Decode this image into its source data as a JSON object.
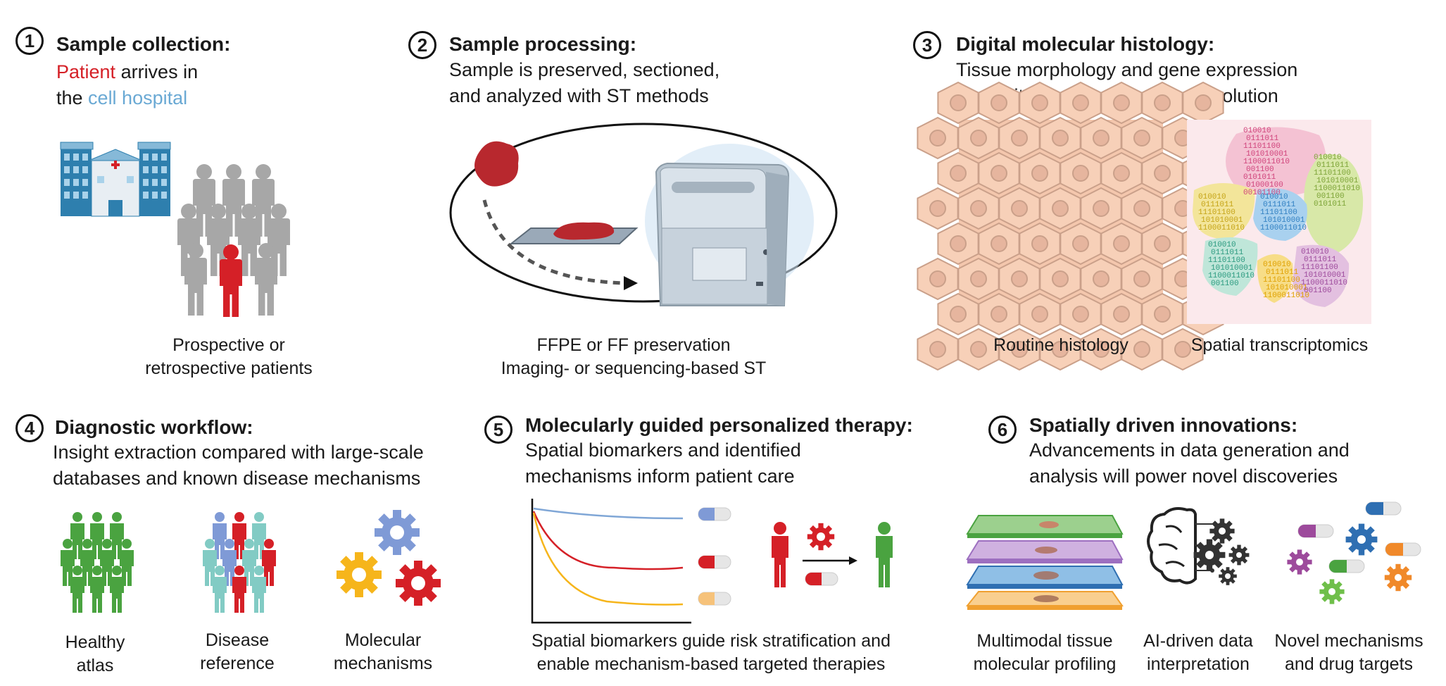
{
  "panels": [
    {
      "number": "1",
      "title": "Sample collection:",
      "line1_highlight": "Patient",
      "line1_rest": " arrives in",
      "line2_prefix": "the ",
      "line2_highlight": "cell hospital",
      "caption": [
        "Prospective or",
        "retrospective patients"
      ]
    },
    {
      "number": "2",
      "title": "Sample processing:",
      "lines": [
        "Sample is preserved, sectioned,",
        "and analyzed with ST methods"
      ],
      "caption": [
        "FFPE or FF preservation",
        "Imaging- or sequencing-based ST"
      ]
    },
    {
      "number": "3",
      "title": "Digital molecular histology:",
      "lines": [
        "Tissue morphology and gene expression",
        "are digitalized at subcellular resolution"
      ],
      "captions": [
        "Routine histology",
        "Spatial transcriptomics"
      ]
    },
    {
      "number": "4",
      "title": "Diagnostic workflow:",
      "lines": [
        "Insight extraction compared with large-scale",
        "databases and known disease mechanisms"
      ],
      "captions": [
        [
          "Healthy",
          "atlas"
        ],
        [
          "Disease",
          "reference"
        ],
        [
          "Molecular",
          "mechanisms"
        ]
      ]
    },
    {
      "number": "5",
      "title": "Molecularly guided personalized therapy:",
      "lines": [
        "Spatial biomarkers and identified",
        "mechanisms inform patient care"
      ],
      "caption": [
        "Spatial biomarkers guide risk stratification and",
        "enable mechanism-based targeted therapies"
      ]
    },
    {
      "number": "6",
      "title": "Spatially driven innovations:",
      "lines": [
        "Advancements in data generation and",
        "analysis will power novel discoveries"
      ],
      "captions": [
        [
          "Multimodal tissue",
          "molecular profiling"
        ],
        [
          "AI-driven data",
          "interpretation"
        ],
        [
          "Novel mechanisms",
          "and drug targets"
        ]
      ]
    }
  ],
  "colors": {
    "red": "#d52027",
    "blue_text": "#6aa9d4",
    "green": "#4aa340",
    "gray": "#a7a7a7",
    "yellow": "#f6b51b",
    "periwinkle": "#7f9ad6"
  },
  "binary_text": [
    "010010",
    "0111011000010",
    "111011000010011",
    "1010100010101000",
    "1100011010101",
    "00110010010110",
    "010101100010",
    "0100010010",
    "00101100"
  ]
}
